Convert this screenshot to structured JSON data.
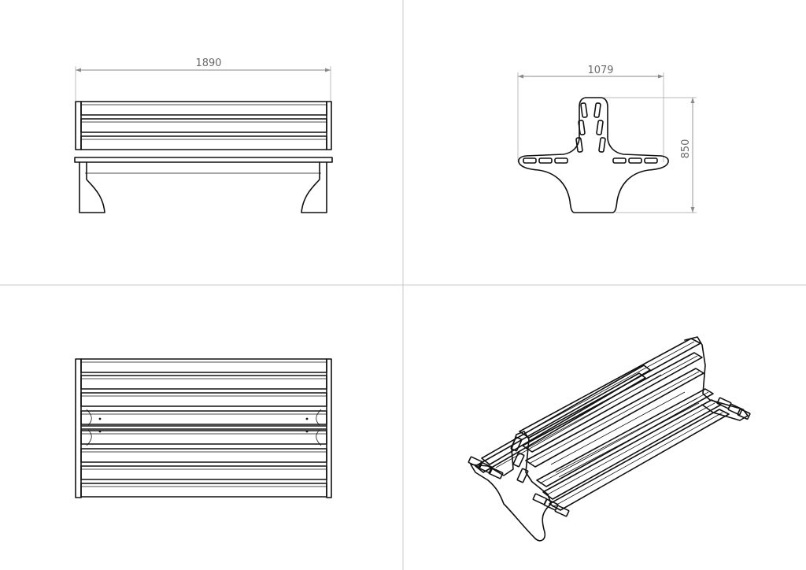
{
  "drawing": {
    "views": [
      {
        "name": "front-view"
      },
      {
        "name": "side-view"
      },
      {
        "name": "top-view"
      },
      {
        "name": "isometric-view"
      }
    ],
    "dimensions": {
      "overall_length": "1890",
      "overall_depth": "1079",
      "overall_height": "850"
    },
    "colors": {
      "line": "#111111",
      "dimension": "#8a8a8a",
      "divider": "#c8c8c8",
      "background": "#ffffff"
    }
  }
}
